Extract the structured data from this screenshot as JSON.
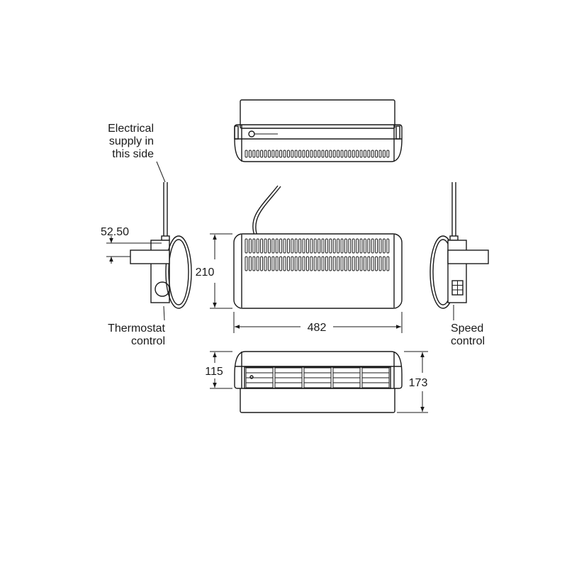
{
  "labels": {
    "electrical_line1": "Electrical",
    "electrical_line2": "supply in",
    "electrical_line3": "this side",
    "thermostat_line1": "Thermostat",
    "thermostat_line2": "control",
    "speed_line1": "Speed",
    "speed_line2": "control"
  },
  "dimensions": {
    "bracket_offset": "52.50",
    "height": "210",
    "width": "482",
    "depth_front": "115",
    "depth_total": "173"
  }
}
